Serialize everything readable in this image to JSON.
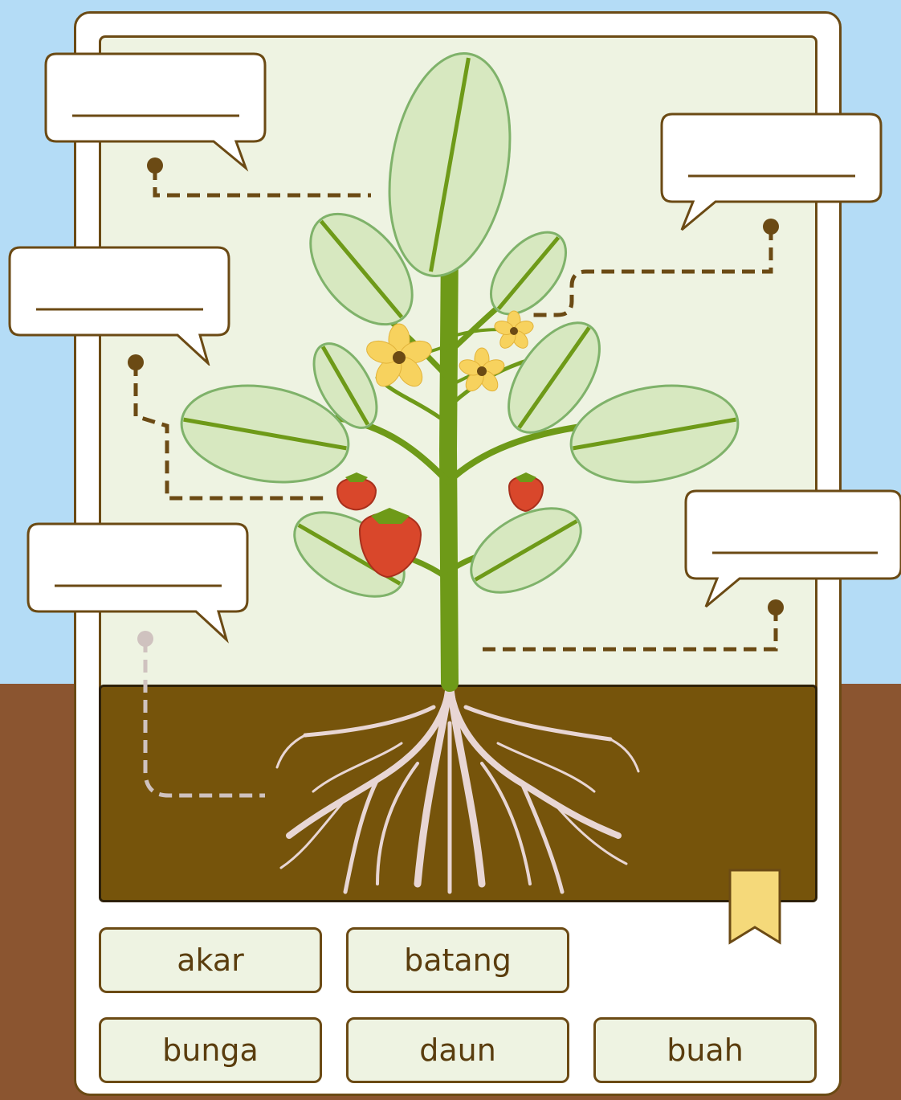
{
  "colors": {
    "sky": "#b4dcf6",
    "soil": "#8b5530",
    "card": "#ffffff",
    "panel": "#eef3e2",
    "ground": "#76540b",
    "outline": "#6b4a14",
    "leaf_light": "#d7e8c0",
    "leaf_vein": "#7fb26a",
    "stem": "#6e9a18",
    "flower": "#f7d25e",
    "strawberry": "#d9472b",
    "roots": "#e8d6d4",
    "dash": "#6b4a14",
    "dash_roots": "#cfc2bf",
    "bookmark": "#f5d97a",
    "button_text": "#5a3d0e",
    "button_fill": "#eef3e2"
  },
  "word_bank": [
    "akar",
    "batang",
    "bunga",
    "daun",
    "buah"
  ],
  "label_boxes": [
    "",
    "",
    "",
    "",
    "",
    ""
  ]
}
